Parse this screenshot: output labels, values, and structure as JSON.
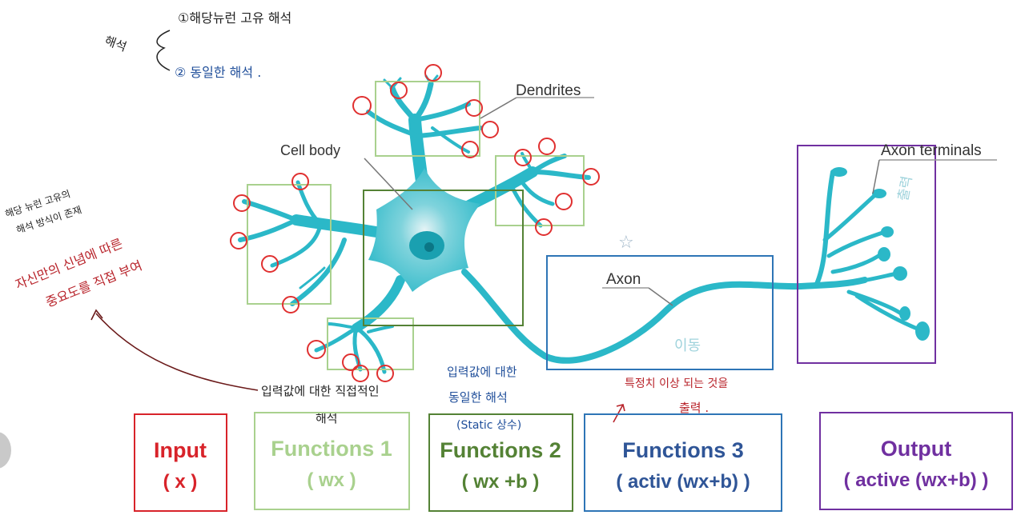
{
  "annotations": {
    "top_bracket_label": "해석",
    "note_1": "①해당뉴런 고유 해석",
    "note_2": "② 동일한 해석 .",
    "left_note_small_1": "해당 뉴런 고유의",
    "left_note_small_2": "해석 방식이 존재",
    "left_note_red_1": "자신만의 신념에 따른",
    "left_note_red_2": "중요도를 직접 부여",
    "input_note_1": "입력값에 대한 직접적인",
    "input_note_2": "해석",
    "func2_note_1": "입력값에 대한",
    "func2_note_2": "동일한 해석",
    "func2_note_3": "(Static 상수)",
    "func3_note_1": "특정치 이상 되는 것을",
    "func3_note_2": "출력 .",
    "axon_note": "이동",
    "output_note": "출력",
    "star_mark": "☆"
  },
  "neuron_labels": {
    "dendrites": "Dendrites",
    "cell_body": "Cell body",
    "axon_terminals": "Axon terminals",
    "axon": "Axon"
  },
  "boxes": [
    {
      "title": "Input",
      "sub": "( x )",
      "color": "#d8232a"
    },
    {
      "title": "Functions 1",
      "sub": "( wx )",
      "color": "#a9d18e"
    },
    {
      "title": "Functions 2",
      "sub": "( wx +b )",
      "color": "#548235"
    },
    {
      "title": "Functions 3",
      "sub": "( activ (wx+b) )",
      "color": "#2f5597"
    },
    {
      "title": "Output",
      "sub": "( active (wx+b) )",
      "color": "#7030a0"
    }
  ],
  "colors": {
    "neuron": "#2bb8c8",
    "neuron_dark": "#17a2b3",
    "red_circle": "#e03030",
    "green_light": "#a9d18e",
    "green_dark": "#548235",
    "blue_box": "#2e75b6",
    "purple_box": "#7030a0",
    "red_note": "#b8232a",
    "blue_note": "#1f4e9a"
  }
}
